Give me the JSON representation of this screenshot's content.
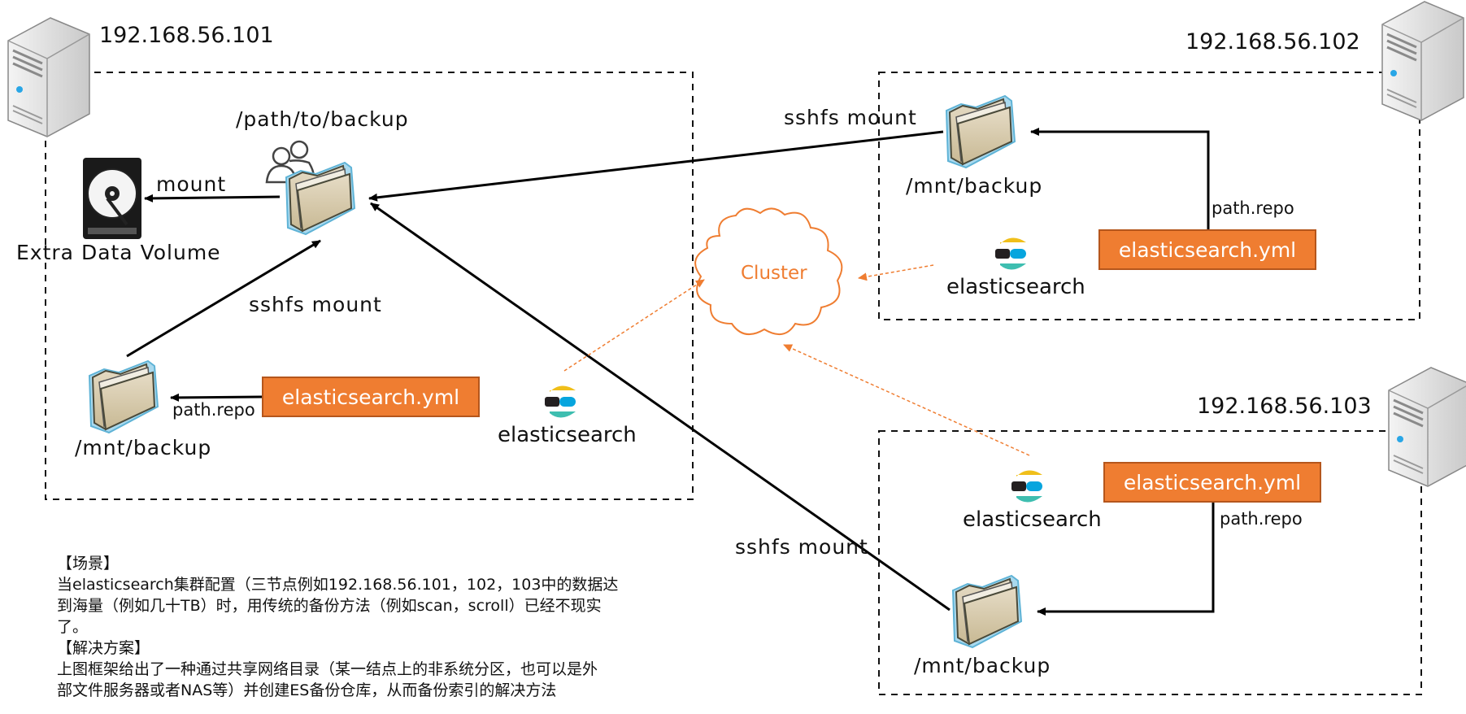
{
  "nodes": {
    "node1": {
      "ip": "192.168.56.101"
    },
    "node2": {
      "ip": "192.168.56.102"
    },
    "node3": {
      "ip": "192.168.56.103"
    }
  },
  "labels": {
    "path_backup": "/path/to/backup",
    "mount": "mount",
    "extra_volume": "Extra Data Volume",
    "sshfs_mount": "sshfs mount",
    "mnt_backup": "/mnt/backup",
    "path_repo": "path.repo",
    "config_file": "elasticsearch.yml",
    "elasticsearch": "elasticsearch",
    "cluster": "Cluster"
  },
  "notes": {
    "scene_heading": "【场景】",
    "scene_line1": "当elasticsearch集群配置（三节点例如192.168.56.101，102，103中的数据达",
    "scene_line2": "到海量（例如几十TB）时，用传统的备份方法（例如scan，scroll）已经不现实",
    "scene_line3": "了。",
    "solution_heading": "【解决方案】",
    "solution_line1": "上图框架给出了一种通过共享网络目录（某一结点上的非系统分区，也可以是外",
    "solution_line2": "部文件服务器或者NAS等）并创建ES备份仓库，从而备份索引的解决方法"
  },
  "colors": {
    "accent_orange": "#ef7d31",
    "es_yellow": "#f0bf1a",
    "es_teal": "#3ebeb0",
    "es_blue": "#07a5de",
    "es_dark": "#231f20"
  },
  "icons": [
    "server-icon",
    "hard-drive-icon",
    "folder-icon",
    "shared-users-icon",
    "elasticsearch-logo-icon",
    "cloud-icon"
  ]
}
